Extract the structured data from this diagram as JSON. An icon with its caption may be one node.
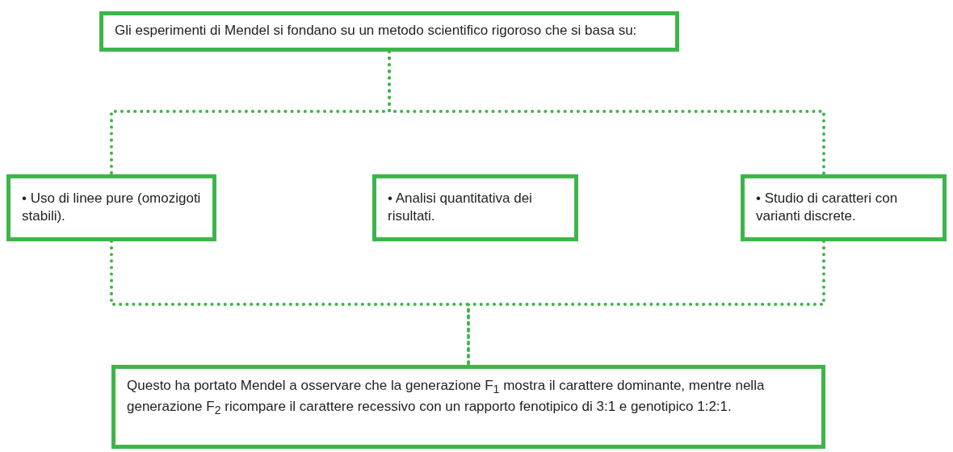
{
  "diagram": {
    "nodes": [
      {
        "text": [
          "Gli esperimenti di Mendel si fondano su un metodo scientifico rigoroso che si basa su:"
        ]
      },
      {
        "text": [
          "• Uso di linee pure (omozigoti stabili)."
        ]
      },
      {
        "text": [
          "• Analisi quantitativa dei risultati."
        ]
      },
      {
        "text": [
          "• Studio di caratteri con varianti discrete."
        ]
      },
      {
        "text": [
          "Questo ha portato Mendel a osservare che la generazione F$_{1}$ mostra il carattere dominante, mentre nella generazione F$_{2}$ ricompare il carattere recessivo con un rapporto fenotipico di 3:1 e genotipico 1:2:1."
        ]
      }
    ],
    "edges": [
      {
        "from": 0,
        "to": 1,
        "arrow": "none"
      },
      {
        "from": 0,
        "to": 3,
        "arrow": "none"
      },
      {
        "from": 1,
        "to": 4,
        "arrow": "none"
      },
      {
        "from": 3,
        "to": 4,
        "arrow": "none"
      }
    ]
  }
}
